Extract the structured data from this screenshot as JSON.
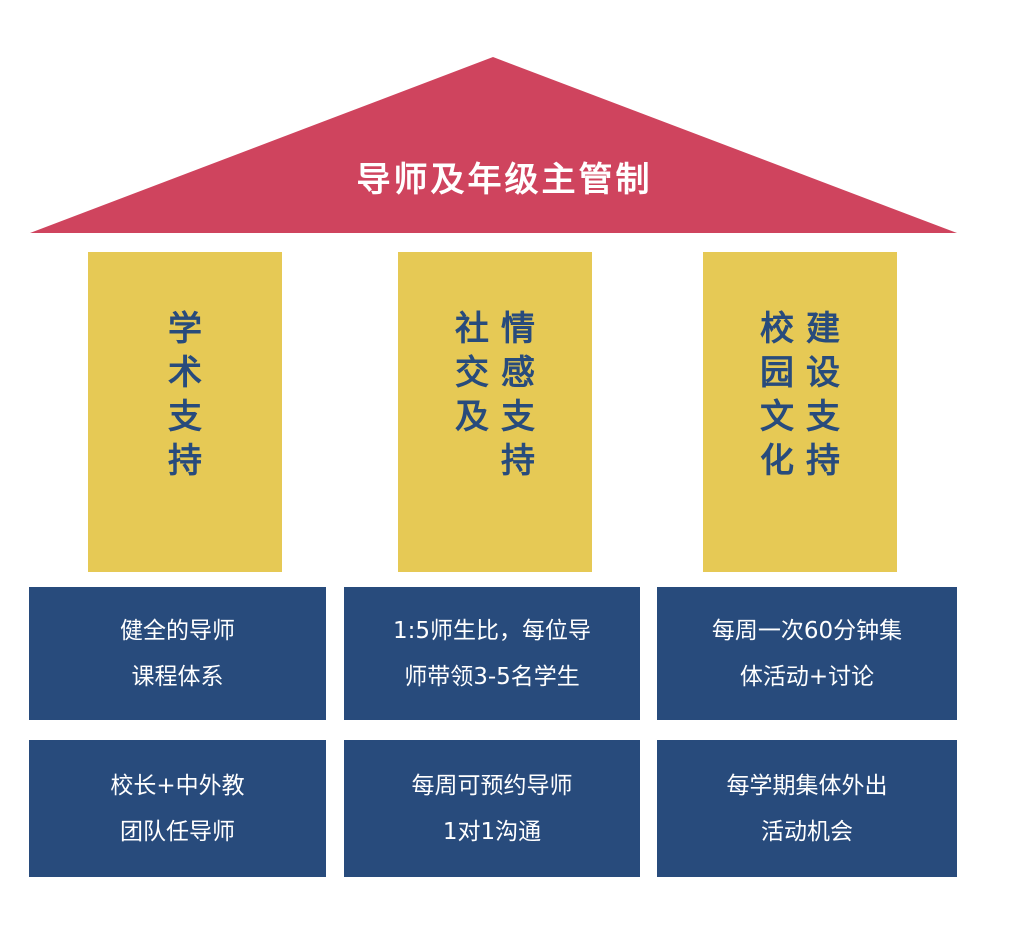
{
  "colors": {
    "roof": "#cf445e",
    "pillar": "#e6c955",
    "pillar_text": "#284b7c",
    "box": "#284b7c",
    "box_text": "#ffffff"
  },
  "roof": {
    "title": "导师及年级主管制"
  },
  "pillars": [
    {
      "columns": [
        [
          "学",
          "术",
          "支",
          "持"
        ]
      ]
    },
    {
      "columns": [
        [
          "社",
          "交",
          "及"
        ],
        [
          "情",
          "感",
          "支",
          "持"
        ]
      ]
    },
    {
      "columns": [
        [
          "校",
          "园",
          "文",
          "化"
        ],
        [
          "建",
          "设",
          "支",
          "持"
        ]
      ]
    }
  ],
  "boxes": [
    [
      {
        "lines": [
          "健全的导师",
          "课程体系"
        ]
      },
      {
        "lines": [
          "1:5师生比，每位导",
          "师带领3-5名学生"
        ]
      },
      {
        "lines": [
          "每周一次60分钟集",
          "体活动+讨论"
        ]
      }
    ],
    [
      {
        "lines": [
          "校长+中外教",
          "团队任导师"
        ]
      },
      {
        "lines": [
          "每周可预约导师",
          "1对1沟通"
        ]
      },
      {
        "lines": [
          "每学期集体外出",
          "活动机会"
        ]
      }
    ]
  ]
}
